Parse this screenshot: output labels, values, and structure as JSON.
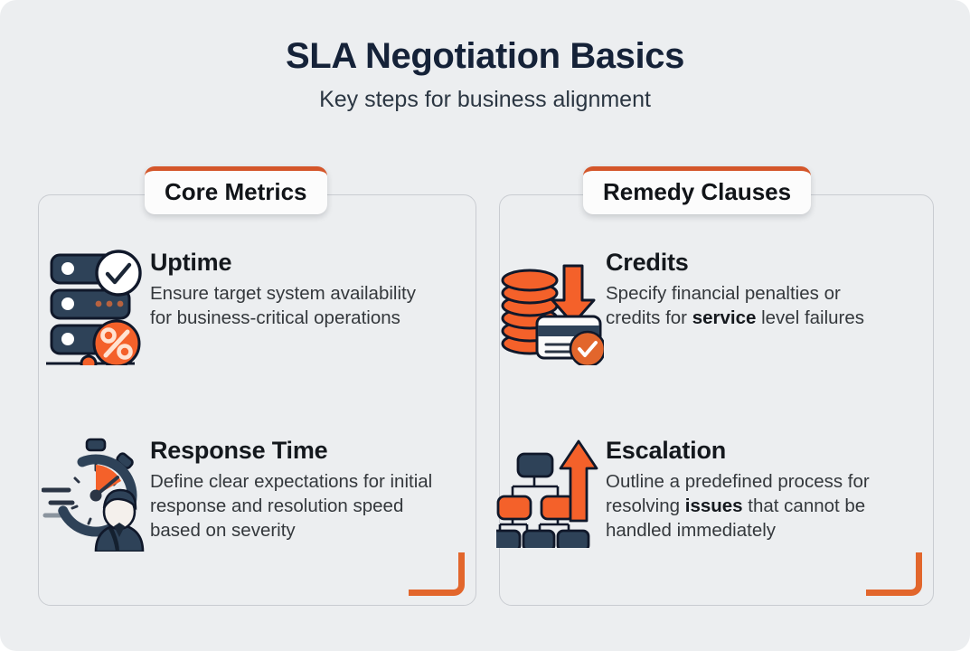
{
  "header": {
    "title": "SLA Negotiation Basics",
    "subtitle": "Key steps for business alignment"
  },
  "colors": {
    "background": "#eceef0",
    "accent_orange": "#f4612a",
    "accent_orange_dark": "#d4562a",
    "navy": "#2e4258",
    "title_navy": "#152238",
    "card_border": "#c9ccd1",
    "tab_background": "#fcfcfc",
    "body_text": "#34383c"
  },
  "columns": [
    {
      "tab_label": "Core Metrics",
      "items": [
        {
          "icon": "server-rack-uptime-icon",
          "title": "Uptime",
          "desc_parts": [
            {
              "text": "Ensure target system availability for business-critical operations",
              "bold": false
            }
          ]
        },
        {
          "icon": "stopwatch-agent-icon",
          "title": "Response Time",
          "desc_parts": [
            {
              "text": "Define clear expectations for initial response and resolution speed based on severity",
              "bold": false
            }
          ]
        }
      ]
    },
    {
      "tab_label": "Remedy Clauses",
      "items": [
        {
          "icon": "coins-credit-card-icon",
          "title": "Credits",
          "desc_parts": [
            {
              "text": "Specify financial penalties or credits for ",
              "bold": false
            },
            {
              "text": "service",
              "bold": true
            },
            {
              "text": " level failures",
              "bold": false
            }
          ]
        },
        {
          "icon": "org-chart-arrow-icon",
          "title": "Escalation",
          "desc_parts": [
            {
              "text": "Outline a predefined process for resolving ",
              "bold": false
            },
            {
              "text": "issues",
              "bold": true
            },
            {
              "text": " that cannot be handled immediately",
              "bold": false
            }
          ]
        }
      ]
    }
  ]
}
